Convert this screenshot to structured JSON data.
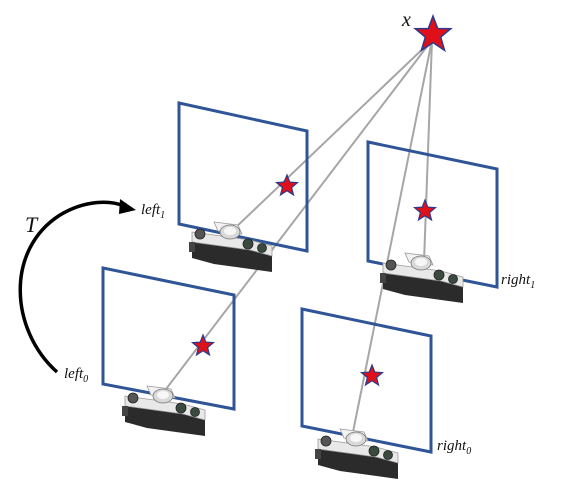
{
  "labels": {
    "point": "x",
    "transform": "T",
    "left0": {
      "name": "left",
      "sub": "0"
    },
    "left1": {
      "name": "left",
      "sub": "1"
    },
    "right0": {
      "name": "right",
      "sub": "0"
    },
    "right1": {
      "name": "right",
      "sub": "1"
    }
  },
  "colors": {
    "frame": "#2f5597",
    "ray": "#a6a6a6",
    "star_fill": "#e0101a",
    "star_stroke": "#2b3a8c",
    "arrow": "#000000"
  }
}
